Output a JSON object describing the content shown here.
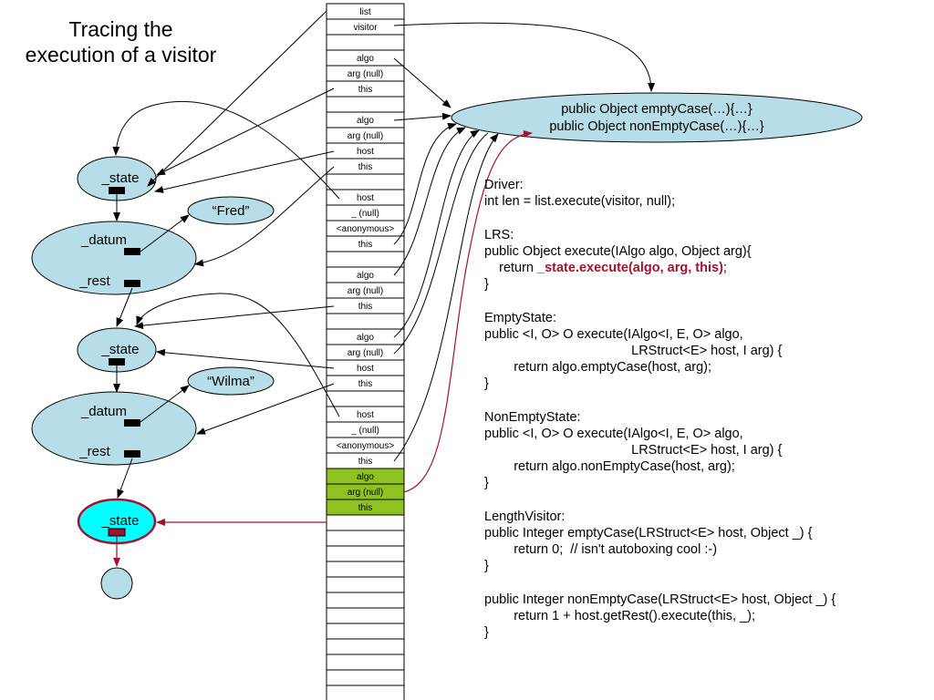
{
  "title": {
    "line1": "Tracing the",
    "line2": "execution of a visitor"
  },
  "stack": {
    "cells": [
      "list",
      "visitor",
      "",
      "algo",
      "arg (null)",
      "this",
      "",
      "algo",
      "arg (null)",
      "host",
      "this",
      "",
      "host",
      "_ (null)",
      "<anonymous>",
      "this",
      "",
      "algo",
      "arg (null)",
      "this",
      "",
      "algo",
      "arg (null)",
      "host",
      "this",
      "",
      "host",
      "_ (null)",
      "<anonymous>",
      "this",
      "algo",
      "arg (null)",
      "this",
      "",
      "",
      "",
      "",
      "",
      "",
      "",
      "",
      "",
      "",
      "",
      "",
      ""
    ],
    "active_indices": [
      30,
      31,
      32
    ],
    "active_color": "#8dc21f"
  },
  "nodes": {
    "state1": "_state",
    "datum1": "_datum",
    "rest1": "_rest",
    "fred": "“Fred”",
    "state2": "_state",
    "datum2": "_datum",
    "rest2": "_rest",
    "wilma": "“Wilma”",
    "state3": "_state"
  },
  "visitor_object": {
    "line1": "public Object emptyCase(…){…}",
    "line2": "public Object nonEmptyCase(…){…}"
  },
  "colors": {
    "node_fill": "#b7dde8",
    "active_node_fill": "#00ffff",
    "highlight": "#a3122f"
  },
  "code": {
    "lines": [
      {
        "text": "Driver:"
      },
      {
        "text": "int len = list.execute(visitor, null);"
      },
      {
        "text": ""
      },
      {
        "text": "LRS:"
      },
      {
        "text": "public Object execute(IAlgo algo, Object arg){"
      },
      {
        "text": "    return ",
        "hl": "_state.execute(algo, arg, this)",
        "after": ";"
      },
      {
        "text": "}"
      },
      {
        "text": ""
      },
      {
        "text": "EmptyState:"
      },
      {
        "text": "public <I, O> O execute(IAlgo<I, E, O> algo,"
      },
      {
        "text": "                                        LRStruct<E> host, I arg) {"
      },
      {
        "text": "        return algo.emptyCase(host, arg);"
      },
      {
        "text": "}"
      },
      {
        "text": ""
      },
      {
        "text": "NonEmptyState:"
      },
      {
        "text": "public <I, O> O execute(IAlgo<I, E, O> algo,"
      },
      {
        "text": "                                        LRStruct<E> host, I arg) {"
      },
      {
        "text": "        return algo.nonEmptyCase(host, arg);"
      },
      {
        "text": "}"
      },
      {
        "text": ""
      },
      {
        "text": "LengthVisitor:"
      },
      {
        "text": "public Integer emptyCase(LRStruct<E> host, Object _) {"
      },
      {
        "text": "        return 0;  // isn't autoboxing cool :-)"
      },
      {
        "text": "}"
      },
      {
        "text": ""
      },
      {
        "text": "public Integer nonEmptyCase(LRStruct<E> host, Object _) {"
      },
      {
        "text": "        return 1 + host.getRest().execute(this, _);"
      },
      {
        "text": "}"
      }
    ]
  }
}
